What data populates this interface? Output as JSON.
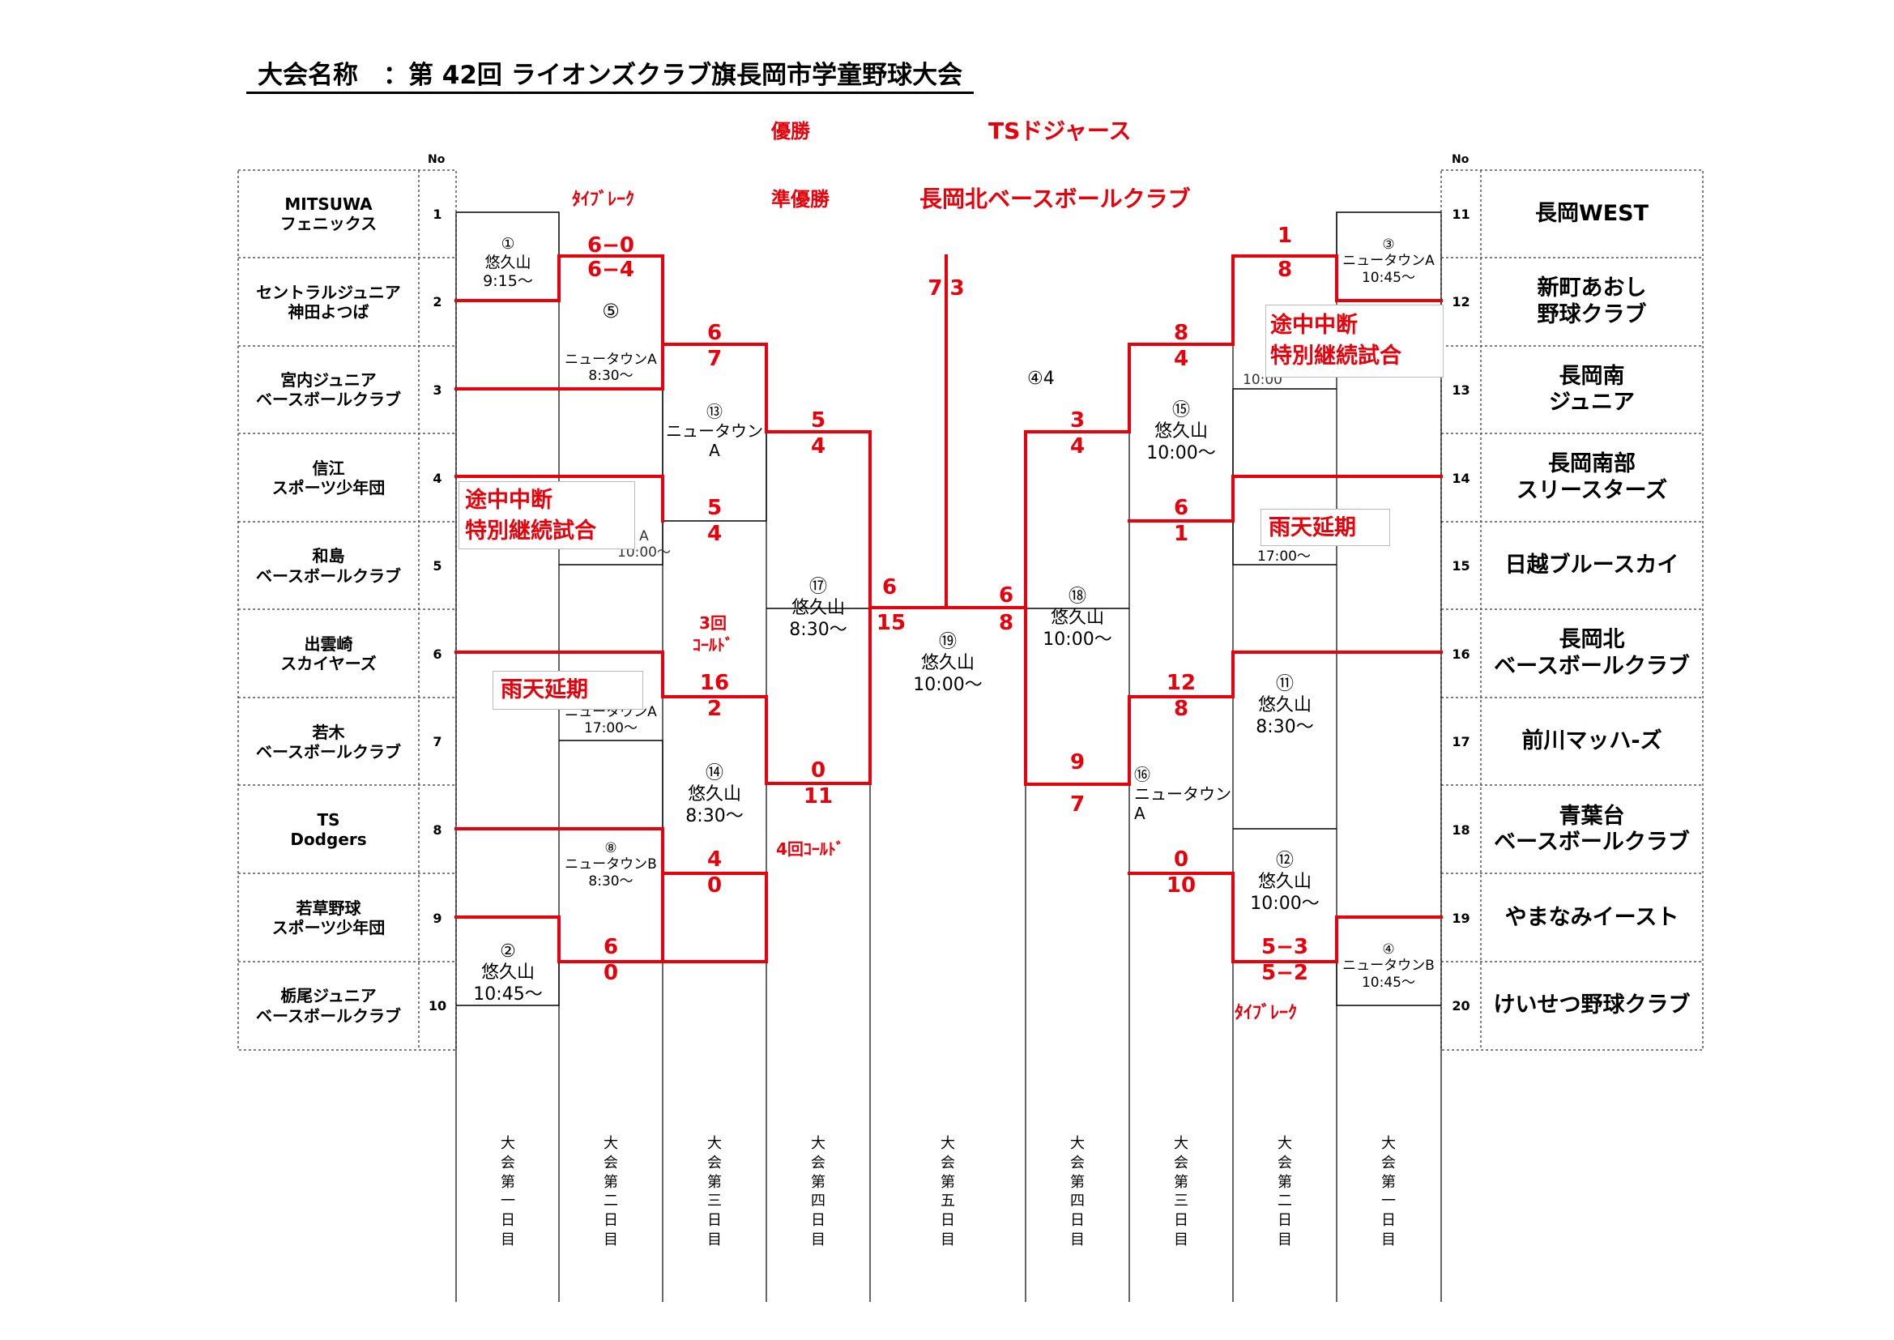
{
  "title": "大会名称　：第 42回 ライオンズクラブ旗長岡市学童野球大会",
  "no_header": "No",
  "results": {
    "champion_label": "優勝",
    "champion": "TSドジャース",
    "runner_up_label": "準優勝",
    "runner_up": "長岡北ベースボールクラブ"
  },
  "colors": {
    "accent": "#e8000a",
    "line": "#000000",
    "dotted": "#555555"
  },
  "left_teams": [
    {
      "no": "1",
      "name": "MITSUWA\nフェニックス"
    },
    {
      "no": "2",
      "name": "セントラルジュニア\n神田よつば"
    },
    {
      "no": "3",
      "name": "宮内ジュニア\nベースボールクラブ"
    },
    {
      "no": "4",
      "name": "信江\nスポーツ少年団"
    },
    {
      "no": "5",
      "name": "和島\nベースボールクラブ"
    },
    {
      "no": "6",
      "name": "出雲崎\nスカイヤーズ"
    },
    {
      "no": "7",
      "name": "若木\nベースボールクラブ"
    },
    {
      "no": "8",
      "name": "TS\nDodgers"
    },
    {
      "no": "9",
      "name": "若草野球\nスポーツ少年団"
    },
    {
      "no": "10",
      "name": "栃尾ジュニア\nベースボールクラブ"
    }
  ],
  "right_teams": [
    {
      "no": "11",
      "name": "長岡WEST"
    },
    {
      "no": "12",
      "name": "新町あおし\n野球クラブ"
    },
    {
      "no": "13",
      "name": "長岡南\nジュニア"
    },
    {
      "no": "14",
      "name": "長岡南部\nスリースターズ"
    },
    {
      "no": "15",
      "name": "日越ブルースカイ"
    },
    {
      "no": "16",
      "name": "長岡北\nベースボールクラブ"
    },
    {
      "no": "17",
      "name": "前川マッハ-ズ"
    },
    {
      "no": "18",
      "name": "青葉台\nベースボールクラブ"
    },
    {
      "no": "19",
      "name": "やまなみイースト"
    },
    {
      "no": "20",
      "name": "けいせつ野球クラブ"
    }
  ],
  "games": {
    "g1": "①\n悠久山\n9:15～",
    "g2": "②\n悠久山\n10:45～",
    "g5": "⑤",
    "g5v": "ニュータウンA\n8:30～",
    "g6v": "A\n10:00～",
    "g7v": "ニュータウンA\n17:00～",
    "g8": "⑧\nニュータウンB\n8:30～",
    "g13": "⑬\nニュータウン\nA",
    "g14": "⑭\n悠久山\n8:30～",
    "g17": "⑰\n悠久山\n8:30～",
    "g19": "⑲\n悠久山\n10:00～",
    "g18": "⑱\n悠久山\n10:00～",
    "g15": "⑮\n悠久山\n10:00～",
    "g16": "⑯\nニュータウン\nA",
    "g3": "③\nニュータウンA\n10:45～",
    "g4": "④\nニュータウンB\n10:45～",
    "g9v": "10:00",
    "g10v": "17:00～",
    "g11": "⑪\n悠久山\n8:30～",
    "g12": "⑫\n悠久山\n10:00～",
    "g44": "④4"
  },
  "scores": {
    "l_r2_top_a": "6−0",
    "l_r2_top_b": "6−4",
    "l_g13_a": "6",
    "l_g13_b": "7",
    "l_g13_c": "5",
    "l_g13_d": "4",
    "l_g17_a": "5",
    "l_g17_b": "4",
    "l_g14_a": "16",
    "l_g14_b": "2",
    "l_g14_c": "4",
    "l_g14_d": "0",
    "l_g17_c": "0",
    "l_g17_d": "11",
    "l_g8_a": "6",
    "l_g8_b": "0",
    "f_left_a": "6",
    "f_left_b": "15",
    "f_right_a": "6",
    "f_right_b": "8",
    "final": "7 3",
    "r_g18_a": "3",
    "r_g18_b": "4",
    "r_g18_c": "9",
    "r_g18_d": "7",
    "r_g15_a": "8",
    "r_g15_b": "4",
    "r_g15_c": "6",
    "r_g15_d": "1",
    "r_g16_a": "12",
    "r_g16_b": "8",
    "r_g16_c": "0",
    "r_g16_d": "10",
    "r_g3_a": "1",
    "r_g3_b": "8",
    "r_g4_a": "5−3",
    "r_g4_b": "5−2"
  },
  "notes": {
    "tiebreak": "ﾀｲﾌﾞﾚｰｸ",
    "suspended_1": "途中中断",
    "suspended_2": "特別継続試合",
    "rain": "雨天延期",
    "called3_1": "3回",
    "called3_2": "ｺｰﾙﾄﾞ",
    "called4": "4回ｺｰﾙﾄﾞ"
  },
  "days": {
    "d1": "大会第一日目",
    "d2": "大会第二日目",
    "d3": "大会第三日目",
    "d4": "大会第四日目",
    "d5": "大会第五日目"
  }
}
